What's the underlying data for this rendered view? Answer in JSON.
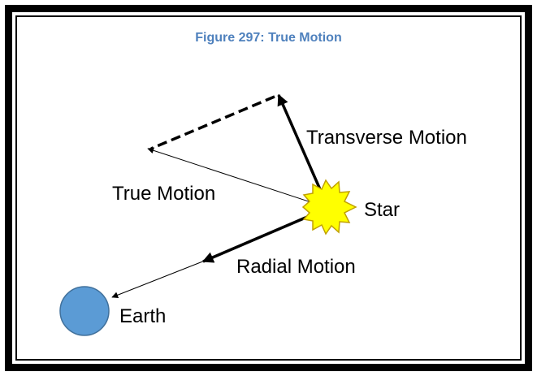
{
  "figure": {
    "caption": "Figure 297: True Motion",
    "caption_color": "#4f81bd"
  },
  "labels": {
    "transverse_motion": "Transverse Motion",
    "true_motion": "True Motion",
    "star": "Star",
    "radial_motion": "Radial Motion",
    "earth": "Earth"
  },
  "colors": {
    "star_fill": "#ffff00",
    "star_outline": "#c0a000",
    "earth_fill": "#5b9bd5",
    "earth_outline": "#41719c"
  }
}
